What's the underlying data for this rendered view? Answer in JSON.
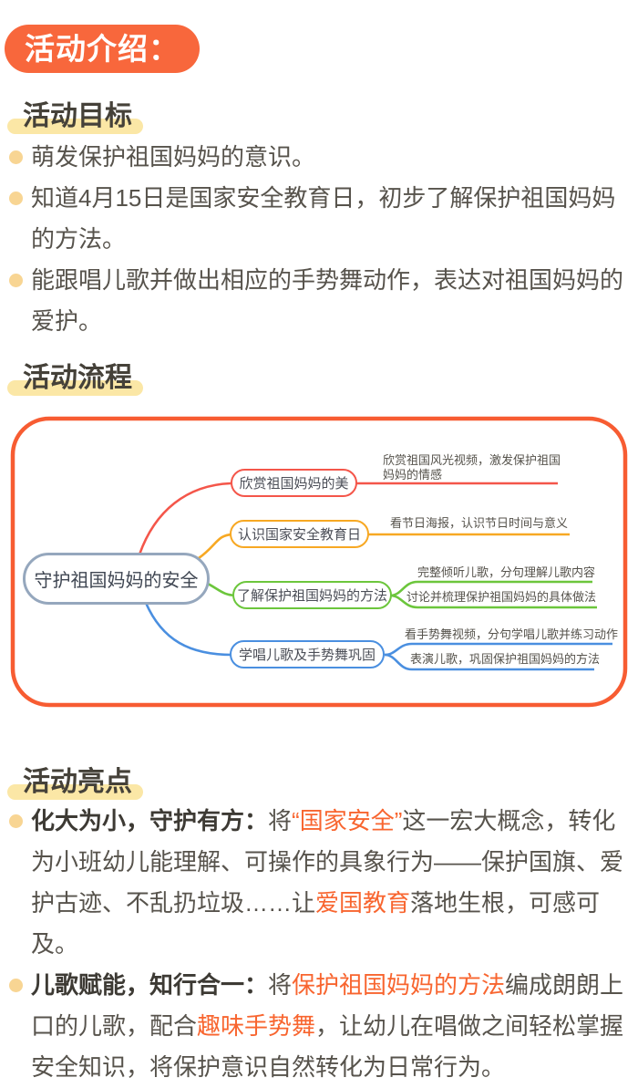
{
  "page": {
    "badge": "活动介绍：",
    "colors": {
      "accent": "#F8673C",
      "container_border": "#F75C32",
      "highlight_bar": "#FBE7A6",
      "bullet_dot": "#F8D593",
      "orange_text": "#F8652F",
      "root_border": "#95A7BD"
    }
  },
  "sections": {
    "goals": {
      "heading": "活动目标",
      "items": [
        "萌发保护祖国妈妈的意识。",
        "知道4月15日是国家安全教育日，初步了解保护祖国妈妈的方法。",
        "能跟唱儿歌并做出相应的手势舞动作，表达对祖国妈妈的爱护。"
      ]
    },
    "process": {
      "heading": "活动流程",
      "mindmap": {
        "root": "守护祖国妈妈的安全",
        "root_color": "#95A7BD",
        "branches": [
          {
            "label": "欣赏祖国妈妈的美",
            "color": "#F4564A",
            "leaves": [
              "欣赏祖国风光视频，激发保护祖国妈妈的情感"
            ]
          },
          {
            "label": "认识国家安全教育日",
            "color": "#F7A823",
            "leaves": [
              "看节日海报，认识节日时间与意义"
            ]
          },
          {
            "label": "了解保护祖国妈妈的方法",
            "color": "#6CC63C",
            "leaves": [
              "完整倾听儿歌，分句理解儿歌内容",
              "讨论并梳理保护祖国妈妈的具体做法"
            ]
          },
          {
            "label": "学唱儿歌及手势舞巩固",
            "color": "#4A8FE0",
            "leaves": [
              "看手势舞视频，分句学唱儿歌并练习动作",
              "表演儿歌，巩固保护祖国妈妈的方法"
            ]
          }
        ]
      }
    },
    "highlights": {
      "heading": "活动亮点",
      "items": [
        {
          "segments": [
            {
              "t": "化大为小，守护有方：",
              "s": "bold"
            },
            {
              "t": "将",
              "s": ""
            },
            {
              "t": "“国家安全”",
              "s": "orange"
            },
            {
              "t": "这一宏大概念，转化为小班幼儿能理解、可操作的具象行为——保护国旗、爱护古迹、不乱扔垃圾……让",
              "s": ""
            },
            {
              "t": "爱国教育",
              "s": "orange"
            },
            {
              "t": "落地生根，可感可及。",
              "s": ""
            }
          ]
        },
        {
          "segments": [
            {
              "t": "儿歌赋能，知行合一：",
              "s": "bold"
            },
            {
              "t": "将",
              "s": ""
            },
            {
              "t": "保护祖国妈妈的方法",
              "s": "orange"
            },
            {
              "t": "编成朗朗上口的儿歌，配合",
              "s": ""
            },
            {
              "t": "趣味手势舞",
              "s": "orange"
            },
            {
              "t": "，让幼儿在唱做之间轻松掌握安全知识，将保护意识自然转化为日常行为。",
              "s": ""
            }
          ]
        }
      ]
    }
  }
}
